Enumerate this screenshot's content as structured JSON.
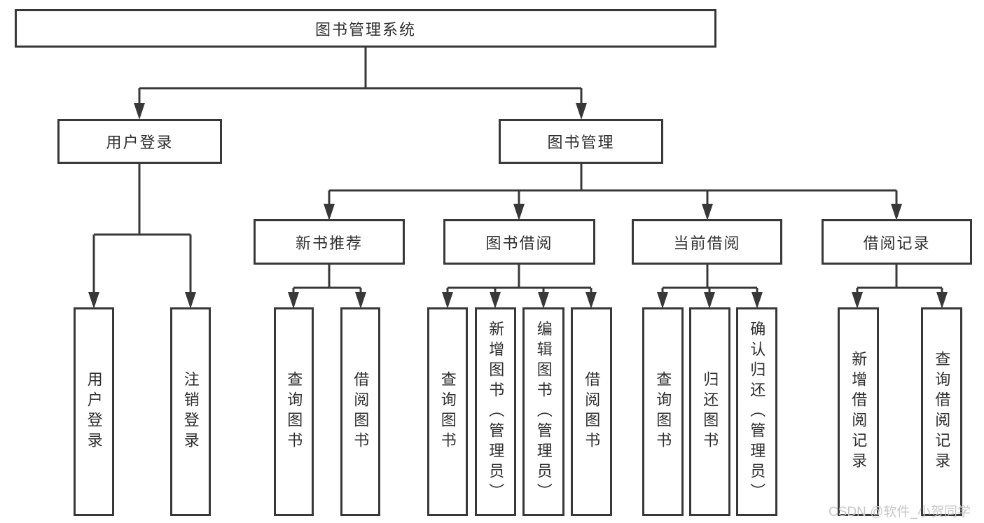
{
  "tree": {
    "label": "图书管理系统",
    "children": [
      {
        "label": "用户登录",
        "children": [
          {
            "label": "用户登录"
          },
          {
            "label": "注销登录"
          }
        ]
      },
      {
        "label": "图书管理",
        "children": [
          {
            "label": "新书推荐",
            "children": [
              {
                "label": "查询图书"
              },
              {
                "label": "借阅图书"
              }
            ]
          },
          {
            "label": "图书借阅",
            "children": [
              {
                "label": "查询图书"
              },
              {
                "label": "新增图书（管理员）"
              },
              {
                "label": "编辑图书（管理员）"
              },
              {
                "label": "借阅图书"
              }
            ]
          },
          {
            "label": "当前借阅",
            "children": [
              {
                "label": "查询图书"
              },
              {
                "label": "归还图书"
              },
              {
                "label": "确认归还（管理员）"
              }
            ]
          },
          {
            "label": "借阅记录",
            "children": [
              {
                "label": "新增借阅记录"
              },
              {
                "label": "查询借阅记录"
              }
            ]
          }
        ]
      }
    ]
  },
  "watermark": "CSDN @软件_小贺同学",
  "style": {
    "line_color": "#383838",
    "text_color": "#2f2f2f",
    "watermark_color": "#c8c8c8",
    "background": "#ffffff"
  }
}
